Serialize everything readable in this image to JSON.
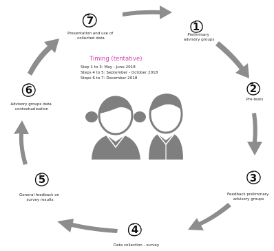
{
  "steps": [
    {
      "number": "1",
      "label_lines": [
        "Preliminary",
        "advisory groups"
      ]
    },
    {
      "number": "2",
      "label_lines": [
        "Pre-tests"
      ]
    },
    {
      "number": "3",
      "label_lines": [
        "Feedback preliminary",
        "advisory groups"
      ]
    },
    {
      "number": "4",
      "label_lines": [
        "Data collection - survey"
      ]
    },
    {
      "number": "5",
      "label_lines": [
        "General feedback on",
        "survey results"
      ]
    },
    {
      "number": "6",
      "label_lines": [
        "Advisory groups data",
        "contextualisation"
      ]
    },
    {
      "number": "7",
      "label_lines": [
        "Presentation and use of",
        "collected data"
      ]
    }
  ],
  "timing": {
    "title": "Timing (tentative)",
    "lines": [
      "Step 1 to 3: May - June 2018",
      "Steps 4 to 5: September - October 2018",
      "Steps 6 to 7: December 2018"
    ]
  },
  "colors": {
    "arrow": "#8d8d8d",
    "person": "#7f7f7f",
    "timing_title": "#d63ba6"
  },
  "icons": [
    "person-female-icon",
    "person-male-icon"
  ]
}
